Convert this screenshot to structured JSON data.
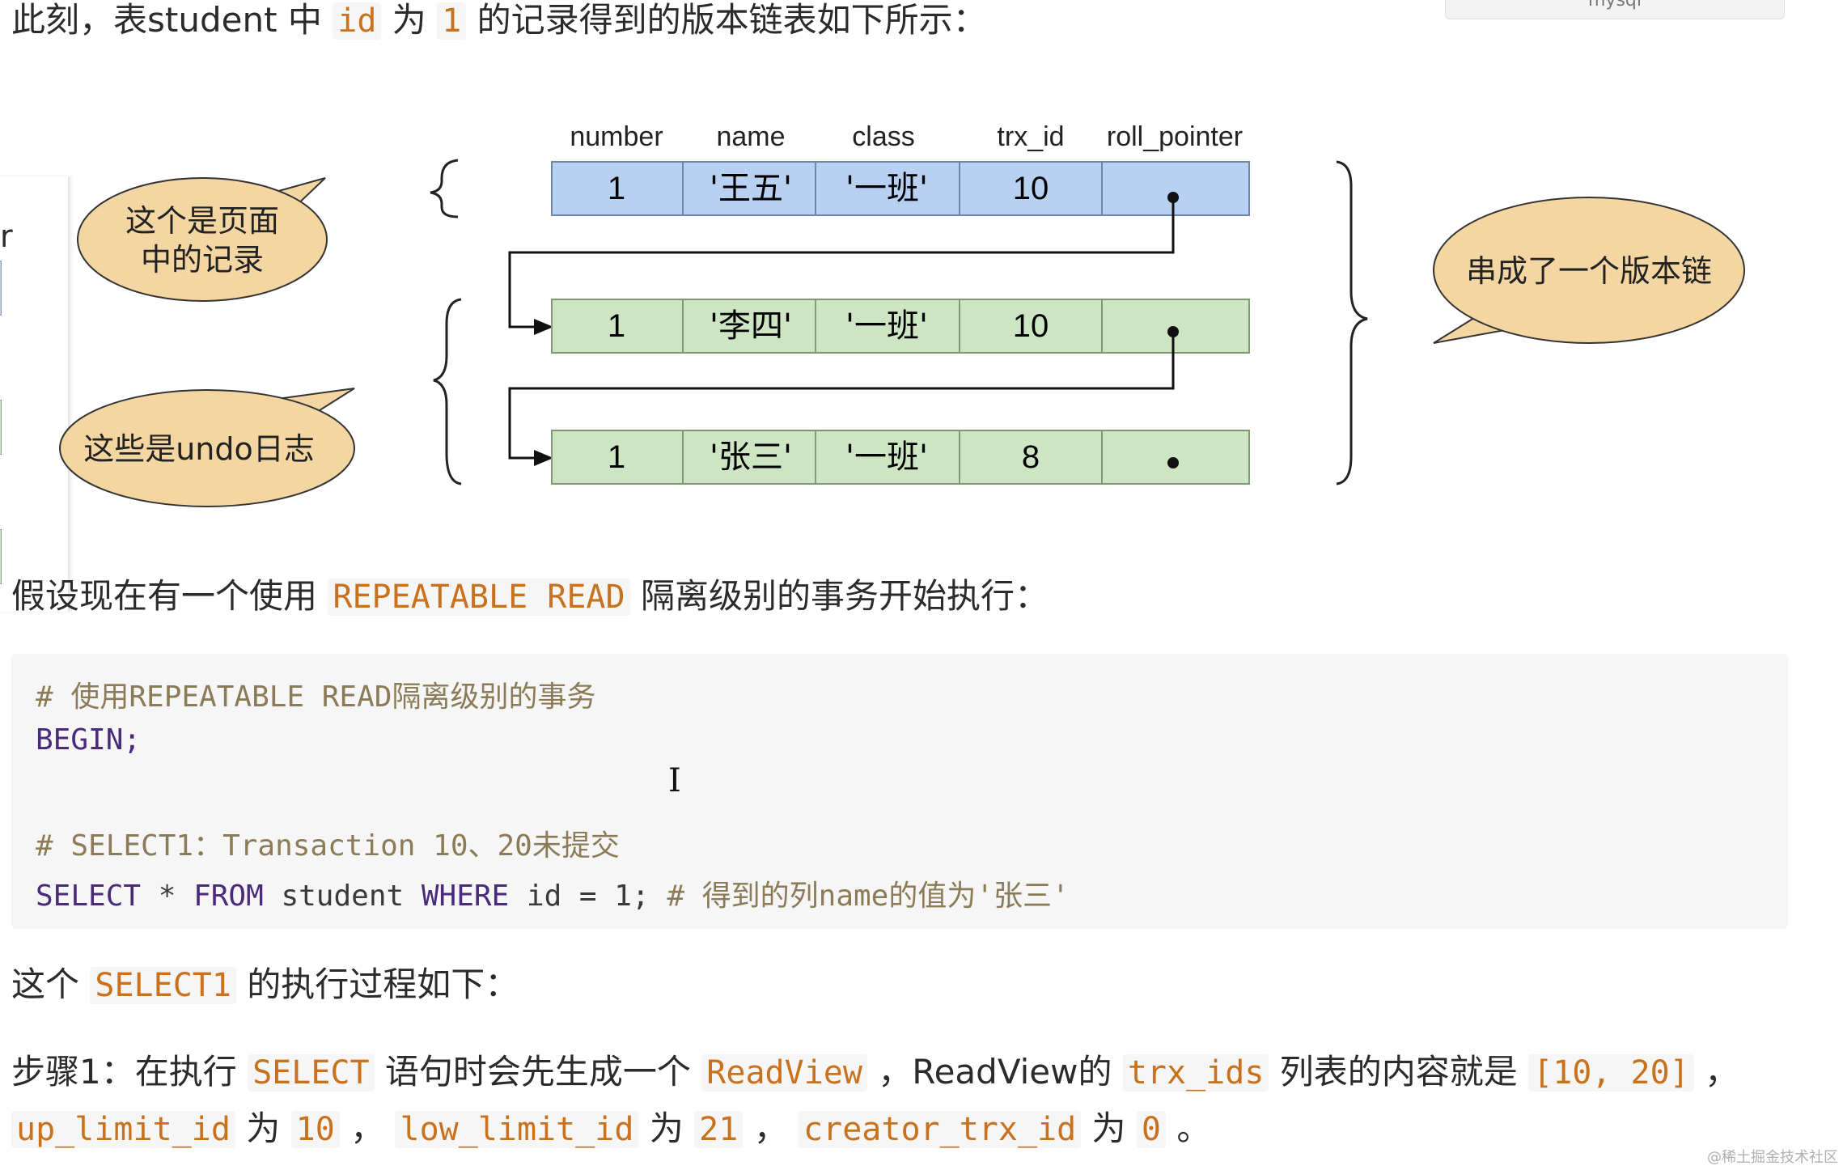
{
  "top_button": {
    "label": "mysql"
  },
  "intro": {
    "prefix": "此刻，表student 中 ",
    "code1": "id",
    "mid": " 为 ",
    "code2": "1",
    "suffix": " 的记录得到的版本链表如下所示："
  },
  "diagram": {
    "headers": [
      "number",
      "name",
      "class",
      "trx_id",
      "roll_pointer"
    ],
    "rows": [
      {
        "number": "1",
        "name": "'王五'",
        "class": "'一班'",
        "trx_id": "10",
        "kind": "record"
      },
      {
        "number": "1",
        "name": "'李四'",
        "class": "'一班'",
        "trx_id": "10",
        "kind": "undo"
      },
      {
        "number": "1",
        "name": "'张三'",
        "class": "'一班'",
        "trx_id": "8",
        "kind": "undo"
      }
    ],
    "bubbles": {
      "record_line1": "这个是页面",
      "record_line2": "中的记录",
      "undo": "这些是undo日志",
      "chain": "串成了一个版本链"
    },
    "colors": {
      "record_row": "#b8d1f3",
      "undo_row": "#cde5c3",
      "bubble": "#f3d6a2"
    },
    "side_fragment": "r"
  },
  "para2": {
    "prefix": "假设现在有一个使用 ",
    "code": "REPEATABLE READ",
    "suffix": " 隔离级别的事务开始执行："
  },
  "code_block": {
    "line1": "# 使用REPEATABLE READ隔离级别的事务",
    "line2": "BEGIN;",
    "line3": "# SELECT1：Transaction 10、20未提交",
    "line4_kw1": "SELECT",
    "line4_a": " * ",
    "line4_kw2": "FROM",
    "line4_b": " student ",
    "line4_kw3": "WHERE",
    "line4_c": " id = 1; ",
    "line4_comment": "# 得到的列name的值为'张三'"
  },
  "para3": {
    "prefix": "这个 ",
    "code": "SELECT1",
    "suffix": " 的执行过程如下："
  },
  "para4": {
    "s1": "步骤1：在执行 ",
    "c1": "SELECT",
    "s2": " 语句时会先生成一个 ",
    "c2": "ReadView",
    "s3": " ，ReadView的 ",
    "c3": "trx_ids",
    "s4": " 列表的内容就是 ",
    "c4": "[10, 20]",
    "s5": " ，"
  },
  "para5": {
    "c1": "up_limit_id",
    "s1": " 为 ",
    "c2": "10",
    "s2": " ， ",
    "c3": "low_limit_id",
    "s3": " 为 ",
    "c4": "21",
    "s4": " ， ",
    "c5": "creator_trx_id",
    "s5": " 为 ",
    "c6": "0",
    "s6": " 。"
  },
  "watermark": "@稀土掘金技术社区"
}
